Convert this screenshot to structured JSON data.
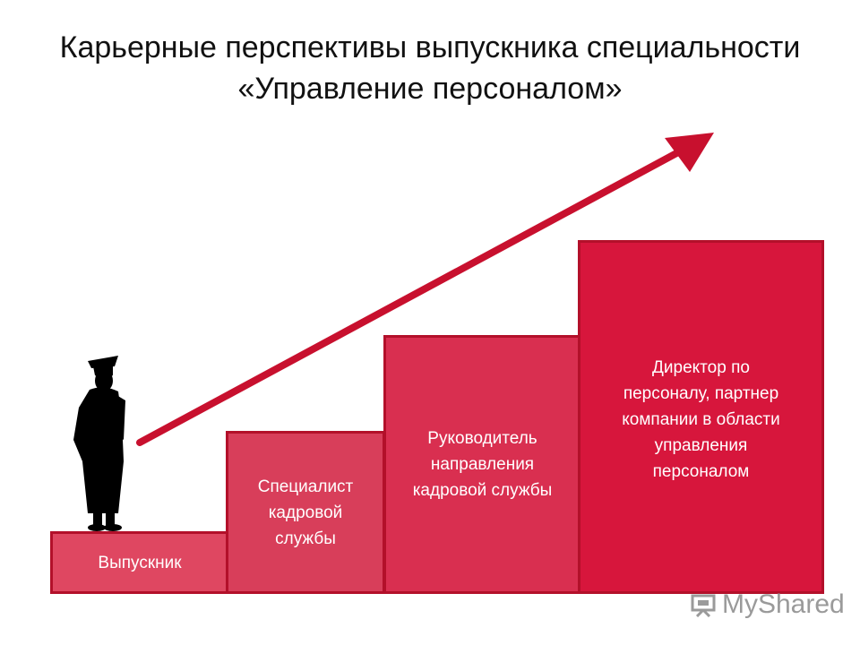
{
  "title": {
    "line1": "Карьерные перспективы выпускника специальности",
    "line2": "«Управление персоналом»"
  },
  "steps": [
    {
      "label": "Выпускник"
    },
    {
      "label": "Специалист\nкадровой\nслужбы"
    },
    {
      "label": "Руководитель\nнаправления\nкадровой службы"
    },
    {
      "label": "Директор по\nперсоналу, партнер\nкомпании в области\nуправления\nперсоналом"
    }
  ],
  "watermark": {
    "text": "MyShared"
  },
  "colors": {
    "arrow": "#c8102e",
    "step_border": "#b3102a",
    "silhouette": "#000000"
  },
  "icons": [
    "graduate-silhouette-icon",
    "arrow-up-right-icon",
    "presentation-board-icon"
  ]
}
